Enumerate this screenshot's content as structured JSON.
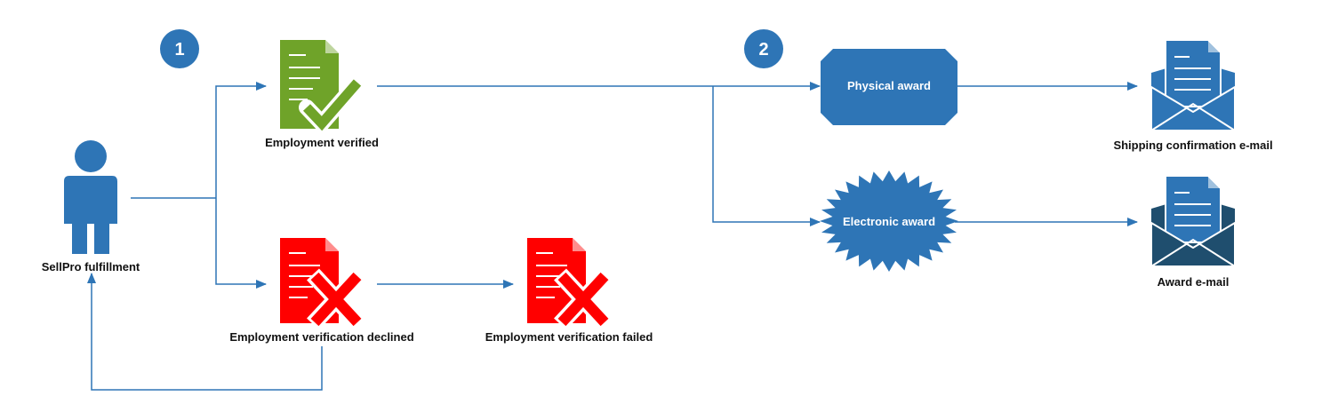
{
  "colors": {
    "primary": "#2e75b6",
    "verified": "#6fa329",
    "declined": "#ff0000",
    "dark_envelope": "#1f4e6e",
    "connector": "#2e75b6"
  },
  "steps": {
    "one": "1",
    "two": "2"
  },
  "nodes": {
    "fulfillment": {
      "label": "SellPro fulfillment",
      "icon": "person-icon"
    },
    "verified": {
      "label": "Employment verified",
      "icon": "document-check-icon"
    },
    "declined": {
      "label": "Employment verification declined",
      "icon": "document-x-icon"
    },
    "failed": {
      "label": "Employment verification failed",
      "icon": "document-x-icon"
    },
    "physical_award": {
      "label": "Physical award"
    },
    "electronic_award": {
      "label": "Electronic award"
    },
    "shipping_email": {
      "label": "Shipping confirmation e-mail",
      "icon": "envelope-open-icon"
    },
    "award_email": {
      "label": "Award e-mail",
      "icon": "envelope-open-icon"
    }
  }
}
